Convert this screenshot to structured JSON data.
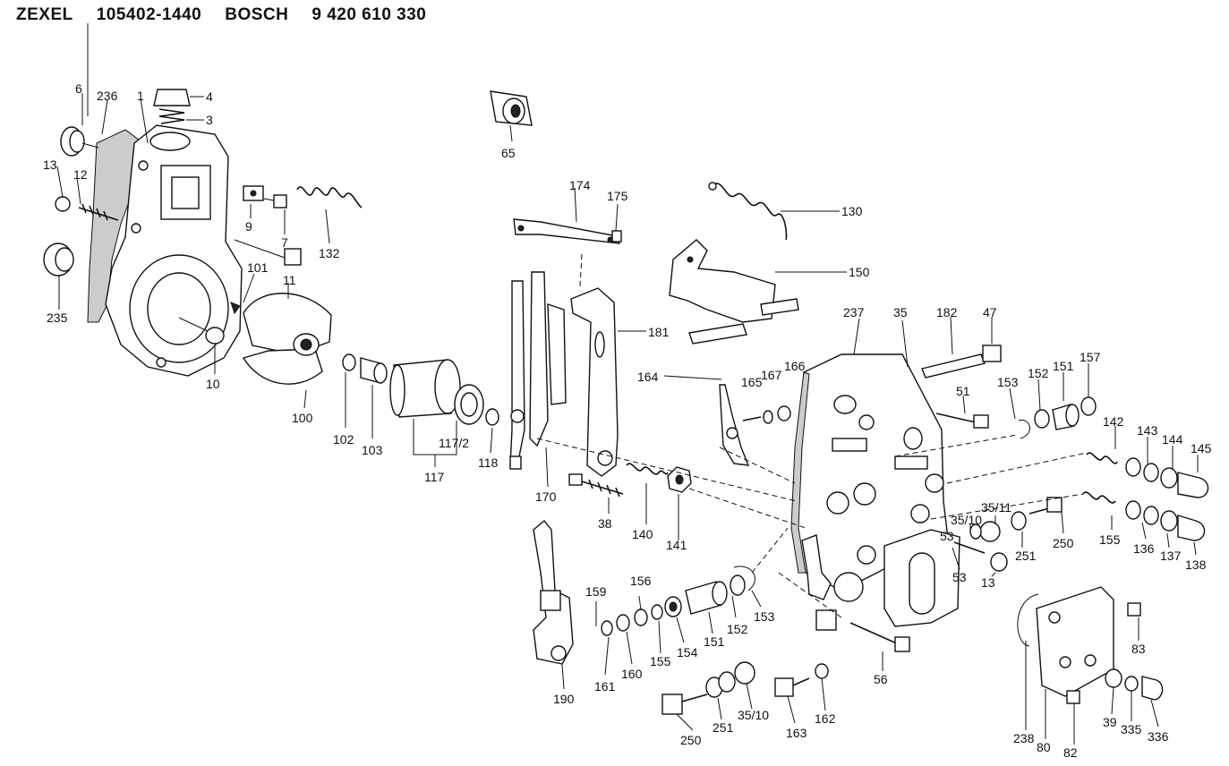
{
  "header": {
    "brand1": "ZEXEL",
    "part1": "105402-1440",
    "brand2": "BOSCH",
    "part2": "9 420 610 330"
  },
  "labels": [
    {
      "id": "6",
      "text": "6"
    },
    {
      "id": "236",
      "text": "236"
    },
    {
      "id": "1",
      "text": "1"
    },
    {
      "id": "4",
      "text": "4"
    },
    {
      "id": "3",
      "text": "3"
    },
    {
      "id": "13a",
      "text": "13"
    },
    {
      "id": "12",
      "text": "12"
    },
    {
      "id": "9",
      "text": "9"
    },
    {
      "id": "7",
      "text": "7"
    },
    {
      "id": "132",
      "text": "132"
    },
    {
      "id": "65",
      "text": "65"
    },
    {
      "id": "235",
      "text": "235"
    },
    {
      "id": "101",
      "text": "101"
    },
    {
      "id": "11",
      "text": "11"
    },
    {
      "id": "10",
      "text": "10"
    },
    {
      "id": "100",
      "text": "100"
    },
    {
      "id": "102",
      "text": "102"
    },
    {
      "id": "103",
      "text": "103"
    },
    {
      "id": "117",
      "text": "117"
    },
    {
      "id": "117_2",
      "text": "117/2"
    },
    {
      "id": "118",
      "text": "118"
    },
    {
      "id": "174",
      "text": "174"
    },
    {
      "id": "175",
      "text": "175"
    },
    {
      "id": "170",
      "text": "170"
    },
    {
      "id": "181",
      "text": "181"
    },
    {
      "id": "130",
      "text": "130"
    },
    {
      "id": "150",
      "text": "150"
    },
    {
      "id": "164",
      "text": "164"
    },
    {
      "id": "165",
      "text": "165"
    },
    {
      "id": "167",
      "text": "167"
    },
    {
      "id": "166",
      "text": "166"
    },
    {
      "id": "237",
      "text": "237"
    },
    {
      "id": "35",
      "text": "35"
    },
    {
      "id": "182",
      "text": "182"
    },
    {
      "id": "47",
      "text": "47"
    },
    {
      "id": "51",
      "text": "51"
    },
    {
      "id": "153a",
      "text": "153"
    },
    {
      "id": "152a",
      "text": "152"
    },
    {
      "id": "151a",
      "text": "151"
    },
    {
      "id": "157",
      "text": "157"
    },
    {
      "id": "142",
      "text": "142"
    },
    {
      "id": "143",
      "text": "143"
    },
    {
      "id": "144",
      "text": "144"
    },
    {
      "id": "145",
      "text": "145"
    },
    {
      "id": "38",
      "text": "38"
    },
    {
      "id": "140",
      "text": "140"
    },
    {
      "id": "141",
      "text": "141"
    },
    {
      "id": "35_11",
      "text": "35/11"
    },
    {
      "id": "35_10a",
      "text": "35/10"
    },
    {
      "id": "251a",
      "text": "251"
    },
    {
      "id": "250a",
      "text": "250"
    },
    {
      "id": "155a",
      "text": "155"
    },
    {
      "id": "136",
      "text": "136"
    },
    {
      "id": "137",
      "text": "137"
    },
    {
      "id": "138",
      "text": "138"
    },
    {
      "id": "53a",
      "text": "53"
    },
    {
      "id": "53b",
      "text": "53"
    },
    {
      "id": "13b",
      "text": "13"
    },
    {
      "id": "159",
      "text": "159"
    },
    {
      "id": "156",
      "text": "156"
    },
    {
      "id": "161",
      "text": "161"
    },
    {
      "id": "160",
      "text": "160"
    },
    {
      "id": "155b",
      "text": "155"
    },
    {
      "id": "154",
      "text": "154"
    },
    {
      "id": "151b",
      "text": "151"
    },
    {
      "id": "152b",
      "text": "152"
    },
    {
      "id": "153b",
      "text": "153"
    },
    {
      "id": "190",
      "text": "190"
    },
    {
      "id": "56",
      "text": "56"
    },
    {
      "id": "83",
      "text": "83"
    },
    {
      "id": "250b",
      "text": "250"
    },
    {
      "id": "251b",
      "text": "251"
    },
    {
      "id": "35_10b",
      "text": "35/10"
    },
    {
      "id": "163",
      "text": "163"
    },
    {
      "id": "162",
      "text": "162"
    },
    {
      "id": "238",
      "text": "238"
    },
    {
      "id": "80",
      "text": "80"
    },
    {
      "id": "82",
      "text": "82"
    },
    {
      "id": "39",
      "text": "39"
    },
    {
      "id": "335",
      "text": "335"
    },
    {
      "id": "336",
      "text": "336"
    }
  ]
}
